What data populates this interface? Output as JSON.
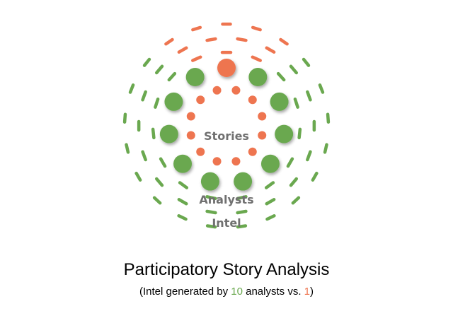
{
  "colors": {
    "green": "#6aa84f",
    "orange": "#ee7550",
    "label_gray": "#707070"
  },
  "diagram": {
    "inner_label": "Stories",
    "middle_label": "Analysts",
    "outer_label": "Intel",
    "analyst_count": 10,
    "story_count": 12,
    "highlighted_analyst_count": 1
  },
  "caption": {
    "title": "Participatory Story Analysis",
    "subtitle_prefix": "(Intel generated by ",
    "subtitle_num_many": "10",
    "subtitle_mid": " analysts vs. ",
    "subtitle_num_one": "1",
    "subtitle_suffix": ")"
  }
}
